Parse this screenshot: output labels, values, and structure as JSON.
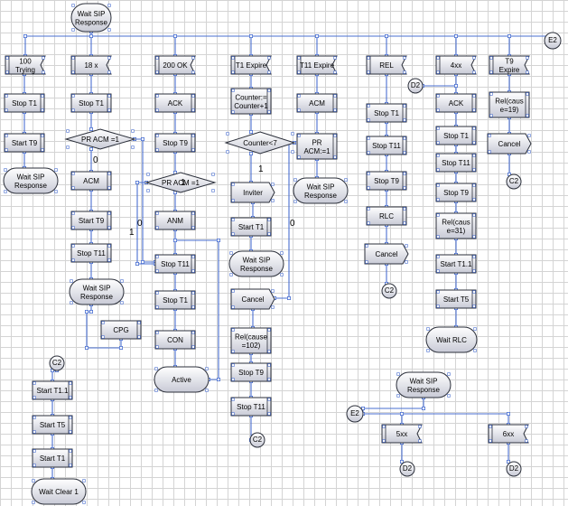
{
  "nodes": [
    {
      "id": "n1",
      "kind": "state",
      "lines": [
        "Wait SIP",
        "Response"
      ]
    },
    {
      "id": "c1",
      "kind": "input",
      "lines": [
        "100",
        "Trying"
      ]
    },
    {
      "id": "c1a",
      "kind": "task",
      "lines": [
        "Stop T1"
      ]
    },
    {
      "id": "c1b",
      "kind": "task",
      "lines": [
        "Start T9"
      ]
    },
    {
      "id": "c1c",
      "kind": "state",
      "lines": [
        "Wait SIP",
        "Response"
      ]
    },
    {
      "id": "c2",
      "kind": "input",
      "lines": [
        "18 x"
      ]
    },
    {
      "id": "c2a",
      "kind": "task",
      "lines": [
        "Stop T1"
      ]
    },
    {
      "id": "c2d",
      "kind": "decision",
      "lines": [
        "PR ACM =1"
      ]
    },
    {
      "id": "c2b",
      "kind": "task",
      "lines": [
        "ACM"
      ]
    },
    {
      "id": "c2c",
      "kind": "task",
      "lines": [
        "Start T9"
      ]
    },
    {
      "id": "c2e",
      "kind": "task",
      "lines": [
        "Stop T11"
      ]
    },
    {
      "id": "c2s",
      "kind": "state",
      "lines": [
        "Wait SIP",
        "Response"
      ]
    },
    {
      "id": "c2f",
      "kind": "task",
      "lines": [
        "CPG"
      ]
    },
    {
      "id": "c3",
      "kind": "input",
      "lines": [
        "200 OK"
      ]
    },
    {
      "id": "c3a",
      "kind": "task",
      "lines": [
        "ACK"
      ]
    },
    {
      "id": "c3b",
      "kind": "task",
      "lines": [
        "Stop T9"
      ]
    },
    {
      "id": "c3d",
      "kind": "decision",
      "lines": [
        "PR ACM =1"
      ]
    },
    {
      "id": "c3c",
      "kind": "task",
      "lines": [
        "ANM"
      ]
    },
    {
      "id": "c3e",
      "kind": "task",
      "lines": [
        "Stop T11"
      ]
    },
    {
      "id": "c3f",
      "kind": "task",
      "lines": [
        "Stop T1"
      ]
    },
    {
      "id": "c3g",
      "kind": "task",
      "lines": [
        "CON"
      ]
    },
    {
      "id": "c3s",
      "kind": "state",
      "lines": [
        "Active"
      ]
    },
    {
      "id": "c4",
      "kind": "input",
      "lines": [
        "T1 Expire"
      ]
    },
    {
      "id": "c4a",
      "kind": "task",
      "lines": [
        "Counter:=",
        "Counter+1"
      ]
    },
    {
      "id": "c4d",
      "kind": "decision",
      "lines": [
        "Counter<7"
      ]
    },
    {
      "id": "c4b",
      "kind": "output",
      "lines": [
        "Inviter"
      ]
    },
    {
      "id": "c4c",
      "kind": "task",
      "lines": [
        "Start T1"
      ]
    },
    {
      "id": "c4s",
      "kind": "state",
      "lines": [
        "Wait SIP",
        "Response"
      ]
    },
    {
      "id": "c4e",
      "kind": "output",
      "lines": [
        "Cancel"
      ]
    },
    {
      "id": "c4f",
      "kind": "task",
      "lines": [
        "Rel(cause",
        "=102)"
      ]
    },
    {
      "id": "c4g",
      "kind": "task",
      "lines": [
        "Stop T9"
      ]
    },
    {
      "id": "c4h",
      "kind": "task",
      "lines": [
        "Stop T11"
      ]
    },
    {
      "id": "c4j",
      "kind": "connector",
      "lines": [
        "C2"
      ]
    },
    {
      "id": "c5",
      "kind": "input",
      "lines": [
        "T11 Expire"
      ]
    },
    {
      "id": "c5a",
      "kind": "task",
      "lines": [
        "ACM"
      ]
    },
    {
      "id": "c5b",
      "kind": "task",
      "lines": [
        "PR",
        "ACM:=1"
      ]
    },
    {
      "id": "c5s",
      "kind": "state",
      "lines": [
        "Wait SIP",
        "Response"
      ]
    },
    {
      "id": "c6",
      "kind": "input",
      "lines": [
        "REL"
      ]
    },
    {
      "id": "c6a",
      "kind": "task",
      "lines": [
        "Stop T1"
      ]
    },
    {
      "id": "c6b",
      "kind": "task",
      "lines": [
        "Stop T11"
      ]
    },
    {
      "id": "c6c",
      "kind": "task",
      "lines": [
        "Stop T9"
      ]
    },
    {
      "id": "c6d",
      "kind": "task",
      "lines": [
        "RLC"
      ]
    },
    {
      "id": "c6e",
      "kind": "output",
      "lines": [
        "Cancel"
      ]
    },
    {
      "id": "c6j",
      "kind": "connector",
      "lines": [
        "C2"
      ]
    },
    {
      "id": "c7",
      "kind": "input",
      "lines": [
        "4xx"
      ]
    },
    {
      "id": "d2a",
      "kind": "connector",
      "lines": [
        "D2"
      ]
    },
    {
      "id": "c7a",
      "kind": "task",
      "lines": [
        "ACK"
      ]
    },
    {
      "id": "c7b",
      "kind": "task",
      "lines": [
        "Stop T1"
      ]
    },
    {
      "id": "c7c",
      "kind": "task",
      "lines": [
        "Stop T11"
      ]
    },
    {
      "id": "c7d",
      "kind": "task",
      "lines": [
        "Stop T9"
      ]
    },
    {
      "id": "c7e",
      "kind": "task",
      "lines": [
        "Rel(caus",
        "e=31)"
      ]
    },
    {
      "id": "c7f",
      "kind": "task",
      "lines": [
        "Start T1.1"
      ]
    },
    {
      "id": "c7g",
      "kind": "task",
      "lines": [
        "Start T5"
      ]
    },
    {
      "id": "c7s",
      "kind": "state",
      "lines": [
        "Wait RLC"
      ]
    },
    {
      "id": "c8",
      "kind": "input",
      "lines": [
        "T9",
        "Expire"
      ]
    },
    {
      "id": "c8a",
      "kind": "task",
      "lines": [
        "Rel(caus",
        "e=19)"
      ]
    },
    {
      "id": "c8b",
      "kind": "output",
      "lines": [
        "Cancel"
      ]
    },
    {
      "id": "c8j",
      "kind": "connector",
      "lines": [
        "C2"
      ]
    },
    {
      "id": "e2a",
      "kind": "connector",
      "lines": [
        "E2"
      ]
    },
    {
      "id": "cc2",
      "kind": "connector",
      "lines": [
        "C2"
      ]
    },
    {
      "id": "cc2a",
      "kind": "task",
      "lines": [
        "Start T1.1"
      ]
    },
    {
      "id": "cc2b",
      "kind": "task",
      "lines": [
        "Start T5"
      ]
    },
    {
      "id": "cc2c",
      "kind": "task",
      "lines": [
        "Start T1"
      ]
    },
    {
      "id": "cc2s",
      "kind": "state",
      "lines": [
        "Wait Clear 1"
      ]
    },
    {
      "id": "e2s",
      "kind": "state",
      "lines": [
        "Wait SIP",
        "Response"
      ]
    },
    {
      "id": "e2b",
      "kind": "connector",
      "lines": [
        "E2"
      ]
    },
    {
      "id": "e2c",
      "kind": "input",
      "lines": [
        "5xx"
      ]
    },
    {
      "id": "e2d",
      "kind": "connector",
      "lines": [
        "D2"
      ]
    },
    {
      "id": "e2e",
      "kind": "input",
      "lines": [
        "6xx"
      ]
    },
    {
      "id": "e2f",
      "kind": "connector",
      "lines": [
        "D2"
      ]
    }
  ],
  "branch_labels": [
    {
      "id": "b1",
      "text": "0"
    },
    {
      "id": "b2",
      "text": "1"
    },
    {
      "id": "b3",
      "text": "0"
    },
    {
      "id": "b4",
      "text": "1"
    },
    {
      "id": "b5",
      "text": "1"
    },
    {
      "id": "b6",
      "text": "0"
    }
  ]
}
